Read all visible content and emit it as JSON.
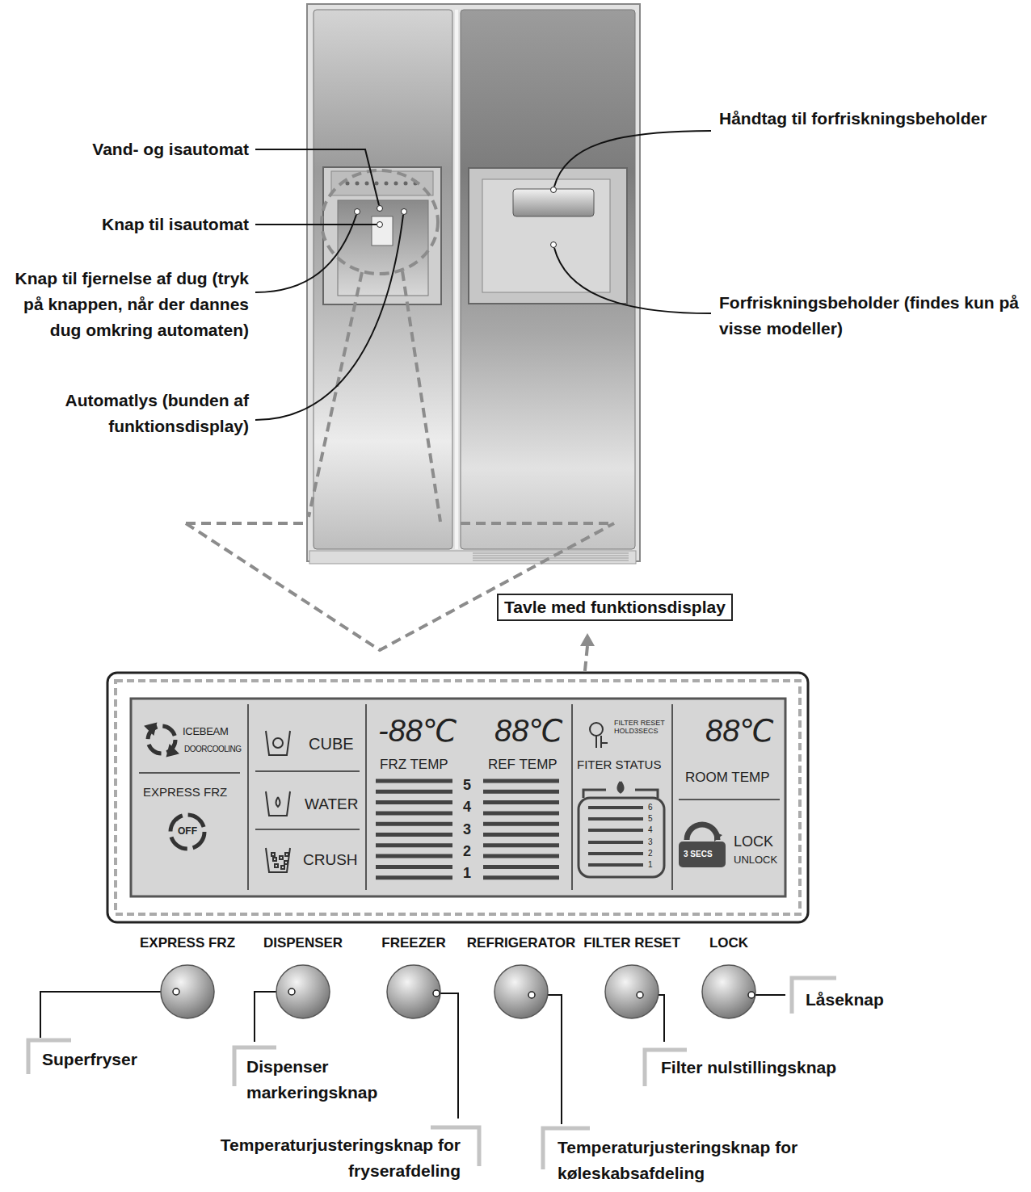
{
  "diagram": {
    "nodes": [
      {
        "text": [
          "Tavle med funktionsdisplay"
        ]
      },
      {
        "text": [
          "EXPRESS FRZ"
        ]
      },
      {
        "text": [
          "DISPENSER"
        ]
      },
      {
        "text": [
          "FREEZER"
        ]
      },
      {
        "text": [
          "REFRIGERATOR"
        ]
      },
      {
        "text": [
          "FILTER RESET"
        ]
      },
      {
        "text": [
          "LOCK"
        ]
      }
    ],
    "labels": [
      "Vand- og isautomat",
      "Knap til isautomat",
      "Knap til fjernelse af dug (tryk på knappen, når der dannes dug omkring automaten)",
      "Automatlys (bunden af funktionsdisplay)",
      "Håndtag til forfriskningsbeholder",
      "Forfriskningsbeholder (findes kun på visse modeller)",
      "ICEBEAM",
      "DOORCOOLING",
      "EXPRESS FRZ",
      "OFF",
      "CUBE",
      "WATER",
      "CRUSH",
      "-88℃",
      "FRZ TEMP",
      "88℃",
      "REF TEMP",
      "5",
      "4",
      "3",
      "2",
      "1",
      "FILTER RESET HOLD3SECS",
      "FITER STATUS",
      "6",
      "5",
      "4",
      "3",
      "2",
      "1",
      "88℃",
      "ROOM TEMP",
      "3 SECS",
      "LOCK",
      "UNLOCK",
      "Superfryser",
      "Dispenser markeringsknap",
      "Temperaturjusteringsknap for fryserafdeling",
      "Temperaturjusteringsknap for køleskabsafdeling",
      "Filter nulstillingsknap",
      "Låseknap"
    ]
  }
}
